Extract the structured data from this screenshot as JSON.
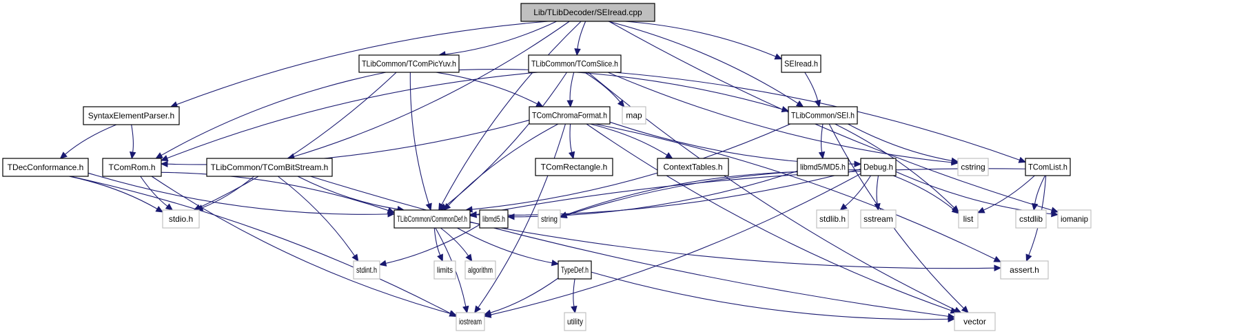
{
  "graph": {
    "title": "Lib/TLibDecoder/SEIread.cpp",
    "edge_color": "#191970",
    "root_fill": "#bfbfbf",
    "external_border": "#c0c0c0",
    "nodes": [
      {
        "id": "root",
        "label": "Lib/TLibDecoder/SEIread.cpp",
        "kind": "root"
      },
      {
        "id": "picyuv",
        "label": "TLibCommon/TComPicYuv.h",
        "kind": "doc"
      },
      {
        "id": "slice",
        "label": "TLibCommon/TComSlice.h",
        "kind": "doc"
      },
      {
        "id": "seireadh",
        "label": "SEIread.h",
        "kind": "doc"
      },
      {
        "id": "sep",
        "label": "SyntaxElementParser.h",
        "kind": "doc"
      },
      {
        "id": "chroma",
        "label": "TComChromaFormat.h",
        "kind": "doc"
      },
      {
        "id": "map",
        "label": "map",
        "kind": "ext"
      },
      {
        "id": "sei",
        "label": "TLibCommon/SEI.h",
        "kind": "doc"
      },
      {
        "id": "tdecconf",
        "label": "TDecConformance.h",
        "kind": "doc"
      },
      {
        "id": "rom",
        "label": "TComRom.h",
        "kind": "doc"
      },
      {
        "id": "bitstream",
        "label": "TLibCommon/TComBitStream.h",
        "kind": "doc"
      },
      {
        "id": "rect",
        "label": "TComRectangle.h",
        "kind": "doc"
      },
      {
        "id": "ctx",
        "label": "ContextTables.h",
        "kind": "doc"
      },
      {
        "id": "md5",
        "label": "libmd5/MD5.h",
        "kind": "doc"
      },
      {
        "id": "debug",
        "label": "Debug.h",
        "kind": "doc"
      },
      {
        "id": "cstring",
        "label": "cstring",
        "kind": "ext"
      },
      {
        "id": "tcomlist",
        "label": "TComList.h",
        "kind": "doc"
      },
      {
        "id": "stdio",
        "label": "stdio.h",
        "kind": "ext"
      },
      {
        "id": "commondef",
        "label": "TLibCommon/CommonDef.h",
        "kind": "doc"
      },
      {
        "id": "libmd5",
        "label": "libmd5.h",
        "kind": "doc"
      },
      {
        "id": "string",
        "label": "string",
        "kind": "ext"
      },
      {
        "id": "stdlib",
        "label": "stdlib.h",
        "kind": "ext"
      },
      {
        "id": "sstream",
        "label": "sstream",
        "kind": "ext"
      },
      {
        "id": "list",
        "label": "list",
        "kind": "ext"
      },
      {
        "id": "cstdlib",
        "label": "cstdlib",
        "kind": "ext"
      },
      {
        "id": "iomanip",
        "label": "iomanip",
        "kind": "ext"
      },
      {
        "id": "stdint",
        "label": "stdint.h",
        "kind": "ext"
      },
      {
        "id": "limits",
        "label": "limits",
        "kind": "ext"
      },
      {
        "id": "algorithm",
        "label": "algorithm",
        "kind": "ext"
      },
      {
        "id": "typedef",
        "label": "TypeDef.h",
        "kind": "doc"
      },
      {
        "id": "assert",
        "label": "assert.h",
        "kind": "ext"
      },
      {
        "id": "iostream",
        "label": "iostream",
        "kind": "ext"
      },
      {
        "id": "utility",
        "label": "utility",
        "kind": "ext"
      },
      {
        "id": "vector",
        "label": "vector",
        "kind": "ext"
      }
    ],
    "edges": [
      [
        "root",
        "picyuv"
      ],
      [
        "root",
        "slice"
      ],
      [
        "root",
        "seireadh"
      ],
      [
        "root",
        "sep"
      ],
      [
        "root",
        "sei"
      ],
      [
        "root",
        "commondef"
      ],
      [
        "root",
        "bitstream"
      ],
      [
        "root",
        "iomanip"
      ],
      [
        "picyuv",
        "chroma"
      ],
      [
        "picyuv",
        "rom"
      ],
      [
        "picyuv",
        "stdio"
      ],
      [
        "picyuv",
        "commondef"
      ],
      [
        "picyuv",
        "sei"
      ],
      [
        "slice",
        "chroma"
      ],
      [
        "slice",
        "map"
      ],
      [
        "slice",
        "rom"
      ],
      [
        "slice",
        "commondef"
      ],
      [
        "slice",
        "cstring"
      ],
      [
        "slice",
        "tcomlist"
      ],
      [
        "slice",
        "vector"
      ],
      [
        "seireadh",
        "sei"
      ],
      [
        "sep",
        "tdecconf"
      ],
      [
        "sep",
        "rom"
      ],
      [
        "chroma",
        "rect"
      ],
      [
        "chroma",
        "ctx"
      ],
      [
        "chroma",
        "debug"
      ],
      [
        "chroma",
        "rom"
      ],
      [
        "chroma",
        "commondef"
      ],
      [
        "chroma",
        "iostream"
      ],
      [
        "chroma",
        "vector"
      ],
      [
        "chroma",
        "assert"
      ],
      [
        "sei",
        "md5"
      ],
      [
        "sei",
        "commondef"
      ],
      [
        "sei",
        "cstring"
      ],
      [
        "sei",
        "list"
      ],
      [
        "sei",
        "vector"
      ],
      [
        "tdecconf",
        "stdio"
      ],
      [
        "tdecconf",
        "commondef"
      ],
      [
        "tdecconf",
        "iostream"
      ],
      [
        "rom",
        "stdio"
      ],
      [
        "rom",
        "commondef"
      ],
      [
        "rom",
        "iostream"
      ],
      [
        "bitstream",
        "stdio"
      ],
      [
        "bitstream",
        "commondef"
      ],
      [
        "bitstream",
        "stdint"
      ],
      [
        "bitstream",
        "vector"
      ],
      [
        "md5",
        "libmd5"
      ],
      [
        "md5",
        "string"
      ],
      [
        "debug",
        "commondef"
      ],
      [
        "debug",
        "string"
      ],
      [
        "debug",
        "stdlib"
      ],
      [
        "debug",
        "sstream"
      ],
      [
        "debug",
        "list"
      ],
      [
        "debug",
        "iomanip"
      ],
      [
        "debug",
        "iostream"
      ],
      [
        "tcomlist",
        "commondef"
      ],
      [
        "tcomlist",
        "list"
      ],
      [
        "tcomlist",
        "cstdlib"
      ],
      [
        "tcomlist",
        "assert"
      ],
      [
        "commondef",
        "limits"
      ],
      [
        "commondef",
        "algorithm"
      ],
      [
        "commondef",
        "typedef"
      ],
      [
        "commondef",
        "iostream"
      ],
      [
        "commondef",
        "assert"
      ],
      [
        "libmd5",
        "stdint"
      ],
      [
        "typedef",
        "utility"
      ],
      [
        "typedef",
        "iostream"
      ],
      [
        "typedef",
        "vector"
      ]
    ]
  }
}
